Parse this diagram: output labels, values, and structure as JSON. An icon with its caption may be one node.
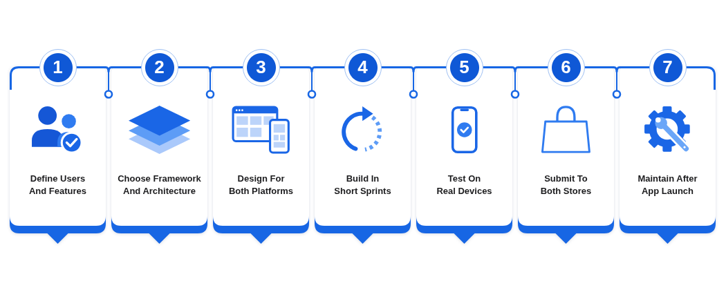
{
  "diagram": {
    "nodes": [
      {
        "text": [
          "1",
          "Define Users And Features"
        ]
      },
      {
        "text": [
          "2",
          "Choose Framework And Architecture"
        ]
      },
      {
        "text": [
          "3",
          "Design For Both Platforms"
        ]
      },
      {
        "text": [
          "4",
          "Build In Short Sprints"
        ]
      },
      {
        "text": [
          "5",
          "Test On Real Devices"
        ]
      },
      {
        "text": [
          "6",
          "Submit To Both Stores"
        ]
      },
      {
        "text": [
          "7",
          "Maintain After App Launch"
        ]
      }
    ],
    "edges": [
      {
        "from": 0,
        "to": 1,
        "arrow": "none"
      },
      {
        "from": 1,
        "to": 2,
        "arrow": "none"
      },
      {
        "from": 2,
        "to": 3,
        "arrow": "none"
      },
      {
        "from": 3,
        "to": 4,
        "arrow": "none"
      },
      {
        "from": 4,
        "to": 5,
        "arrow": "none"
      },
      {
        "from": 5,
        "to": 6,
        "arrow": "none"
      }
    ]
  }
}
